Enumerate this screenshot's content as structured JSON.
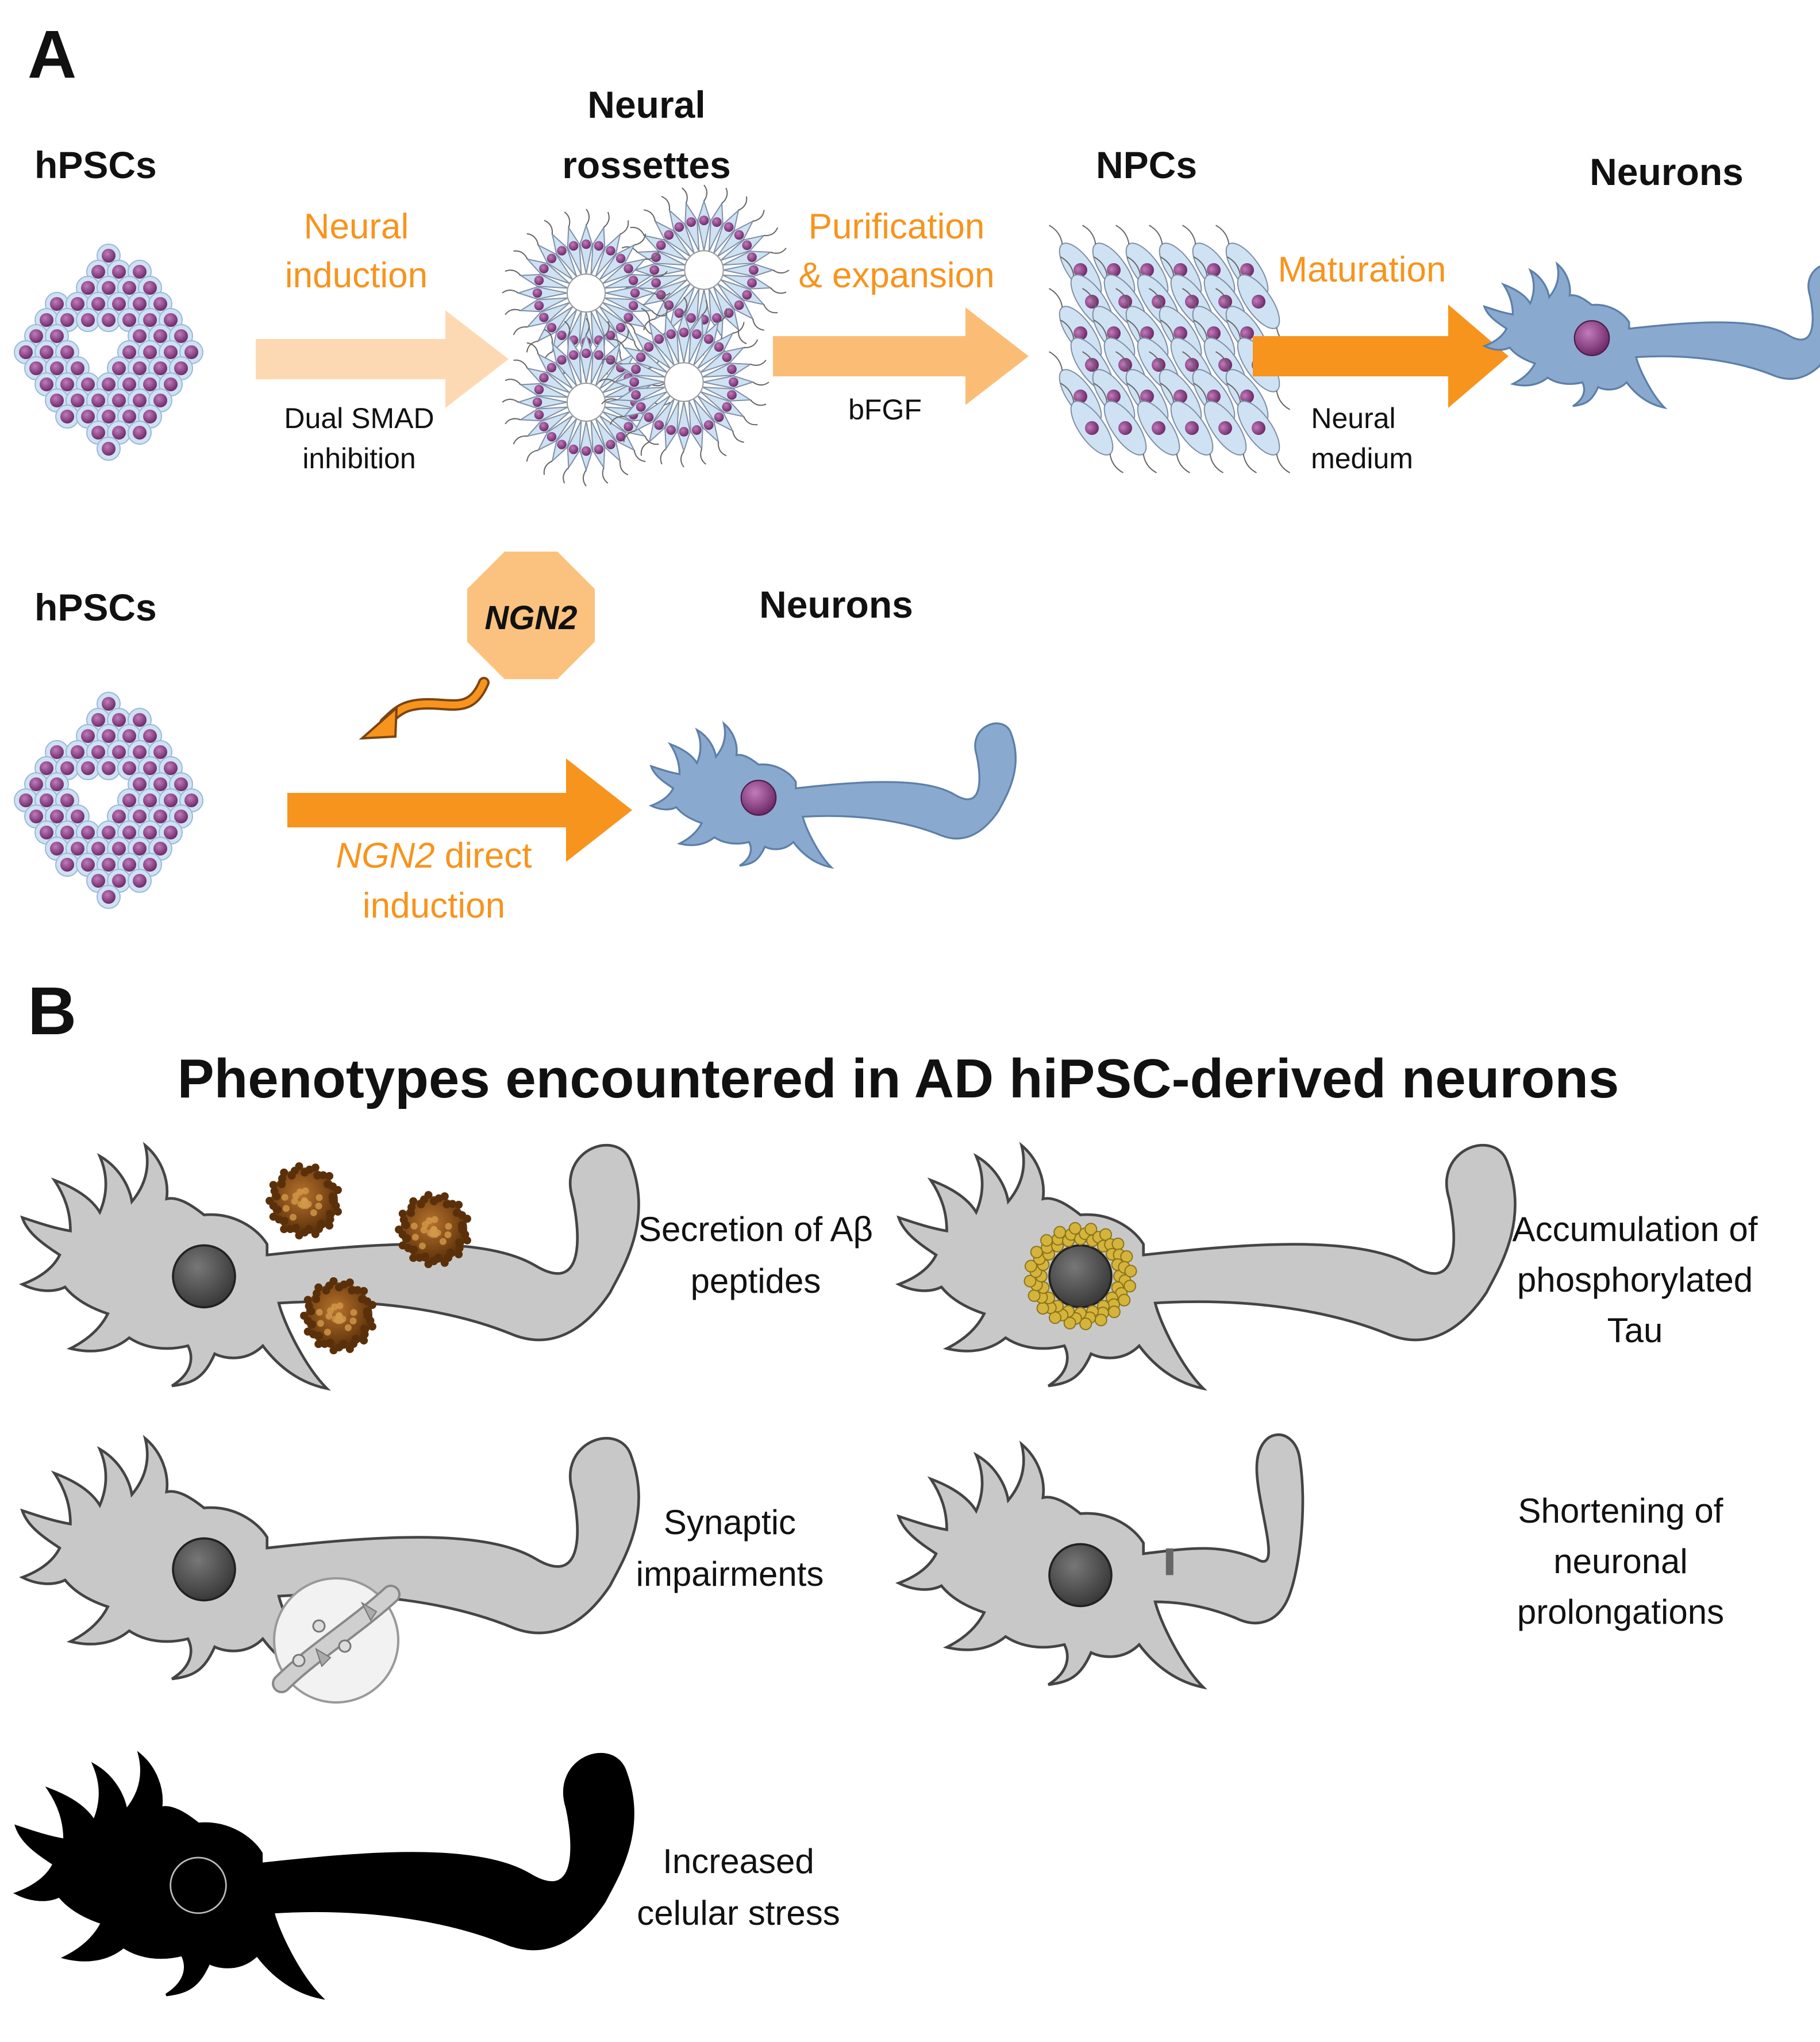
{
  "panel_a": {
    "letter": "A",
    "row1": {
      "stages": [
        "hPSCs",
        "Neural",
        "rossettes",
        "NPCs",
        "Neurons"
      ],
      "steps": [
        {
          "line1": "Neural",
          "line2": "induction",
          "note1": "Dual SMAD",
          "note2": "inhibition"
        },
        {
          "line1": "Purification",
          "line2": "& expansion",
          "note1": "bFGF",
          "note2": ""
        },
        {
          "line1": "Maturation",
          "line2": "",
          "note1": "Neural",
          "note2": "medium"
        }
      ]
    },
    "row2": {
      "stage_left": "hPSCs",
      "stage_right": "Neurons",
      "factor": "NGN2",
      "step_gene": "NGN2",
      "step_rest": " direct",
      "step_line2": "induction"
    }
  },
  "panel_b": {
    "letter": "B",
    "title": "Phenotypes encountered in AD hiPSC-derived neurons",
    "phenotypes": [
      {
        "lines": [
          "Secretion of Aβ",
          "peptides"
        ]
      },
      {
        "lines": [
          "Accumulation of",
          "phosphorylated",
          "Tau"
        ]
      },
      {
        "lines": [
          "Synaptic",
          "impairments"
        ]
      },
      {
        "lines": [
          "Shortening of",
          "neuronal",
          "prolongations"
        ]
      },
      {
        "lines": [
          "Increased",
          "celular stress"
        ]
      }
    ]
  },
  "colors": {
    "arrow_light": "#fdd9b3",
    "arrow_medium": "#fbbd76",
    "arrow_dark": "#f7941d",
    "orange_text": "#f7941d",
    "cell_blue": "#cfe2f3",
    "nucleus_purple": "#8e3d86",
    "neuron_blue": "#8aa9cf",
    "octagon": "#fbc27f",
    "neuron_gray": "#c8c8c8",
    "nucleus_gray": "#555555",
    "amyloid_brown": "#7a4412",
    "tau_gold": "#d4b43c"
  },
  "icons": [
    "stem-cell-cluster-icon",
    "neural-rosette-icon",
    "npc-cluster-icon",
    "neuron-icon",
    "ngn2-octagon-icon",
    "curved-arrow-icon",
    "amyloid-plaque-icon",
    "synapse-zoom-icon"
  ]
}
